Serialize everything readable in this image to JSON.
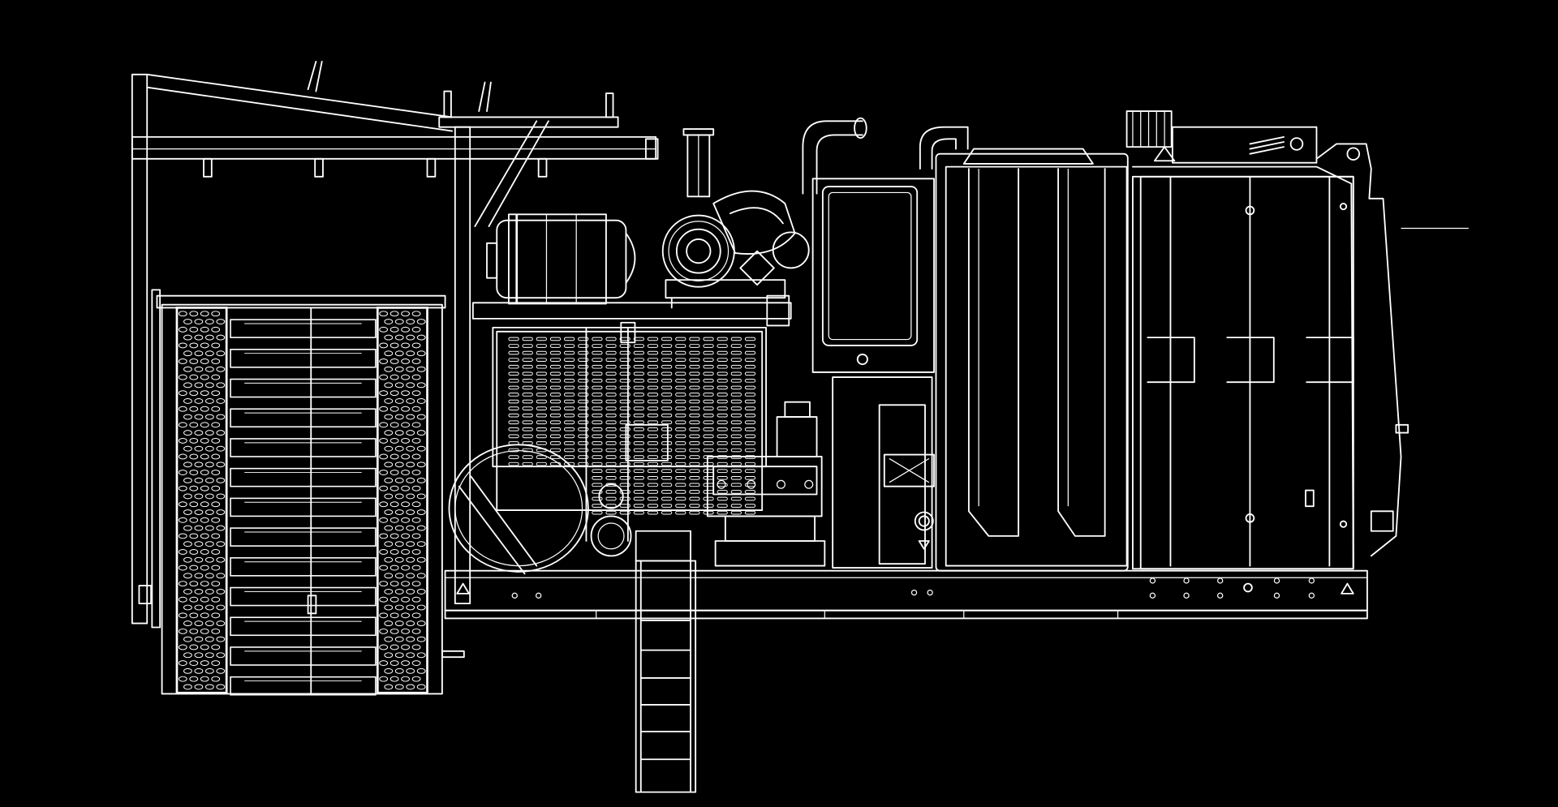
{
  "diagram": {
    "subject": "skid-mounted-machine-line-drawing",
    "colors": {
      "background": "#000000",
      "line": "#ffffff"
    },
    "parts": [
      "overhead-frame",
      "drum-reel",
      "diesel-engine",
      "muffler",
      "turbo-blower",
      "air-intake",
      "radiator-grille",
      "hydraulic-tank",
      "water-pump",
      "control-panel",
      "water-tank",
      "debris-tank",
      "skid-base",
      "access-ladder"
    ]
  }
}
